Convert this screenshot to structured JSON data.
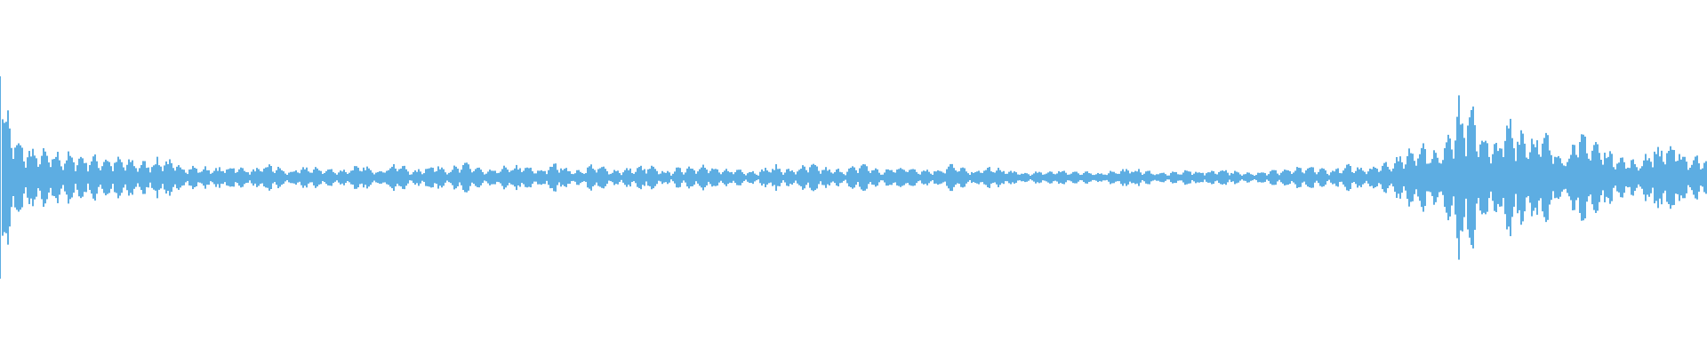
{
  "chart_data": {
    "type": "area",
    "title": "",
    "xlabel": "",
    "ylabel": "",
    "ylim": [
      -1,
      1
    ],
    "grid": false,
    "color": "#5dade2",
    "background": "#ffffff",
    "envelope": [
      0.57,
      0.22,
      0.18,
      0.16,
      0.15,
      0.14,
      0.13,
      0.12,
      0.1,
      0.13,
      0.08,
      0.07,
      0.06,
      0.08,
      0.05,
      0.09,
      0.04,
      0.07,
      0.06,
      0.05,
      0.08,
      0.05,
      0.1,
      0.04,
      0.09,
      0.06,
      0.1,
      0.04,
      0.07,
      0.08,
      0.05,
      0.1,
      0.04,
      0.09,
      0.05,
      0.06,
      0.08,
      0.04,
      0.07,
      0.09,
      0.05,
      0.06,
      0.04,
      0.08,
      0.05,
      0.09,
      0.06,
      0.05,
      0.1,
      0.04,
      0.08,
      0.06,
      0.05,
      0.09,
      0.04,
      0.07,
      0.05,
      0.03,
      0.04,
      0.05,
      0.04,
      0.03,
      0.05,
      0.06,
      0.04,
      0.03,
      0.05,
      0.04,
      0.06,
      0.03,
      0.04,
      0.05,
      0.06,
      0.07,
      0.05,
      0.08,
      0.07,
      0.1,
      0.15,
      0.25,
      0.15,
      0.48,
      0.42,
      0.2,
      0.38,
      0.3,
      0.28,
      0.15,
      0.3,
      0.22,
      0.15,
      0.1,
      0.2,
      0.22,
      0.13,
      0.16
    ]
  }
}
